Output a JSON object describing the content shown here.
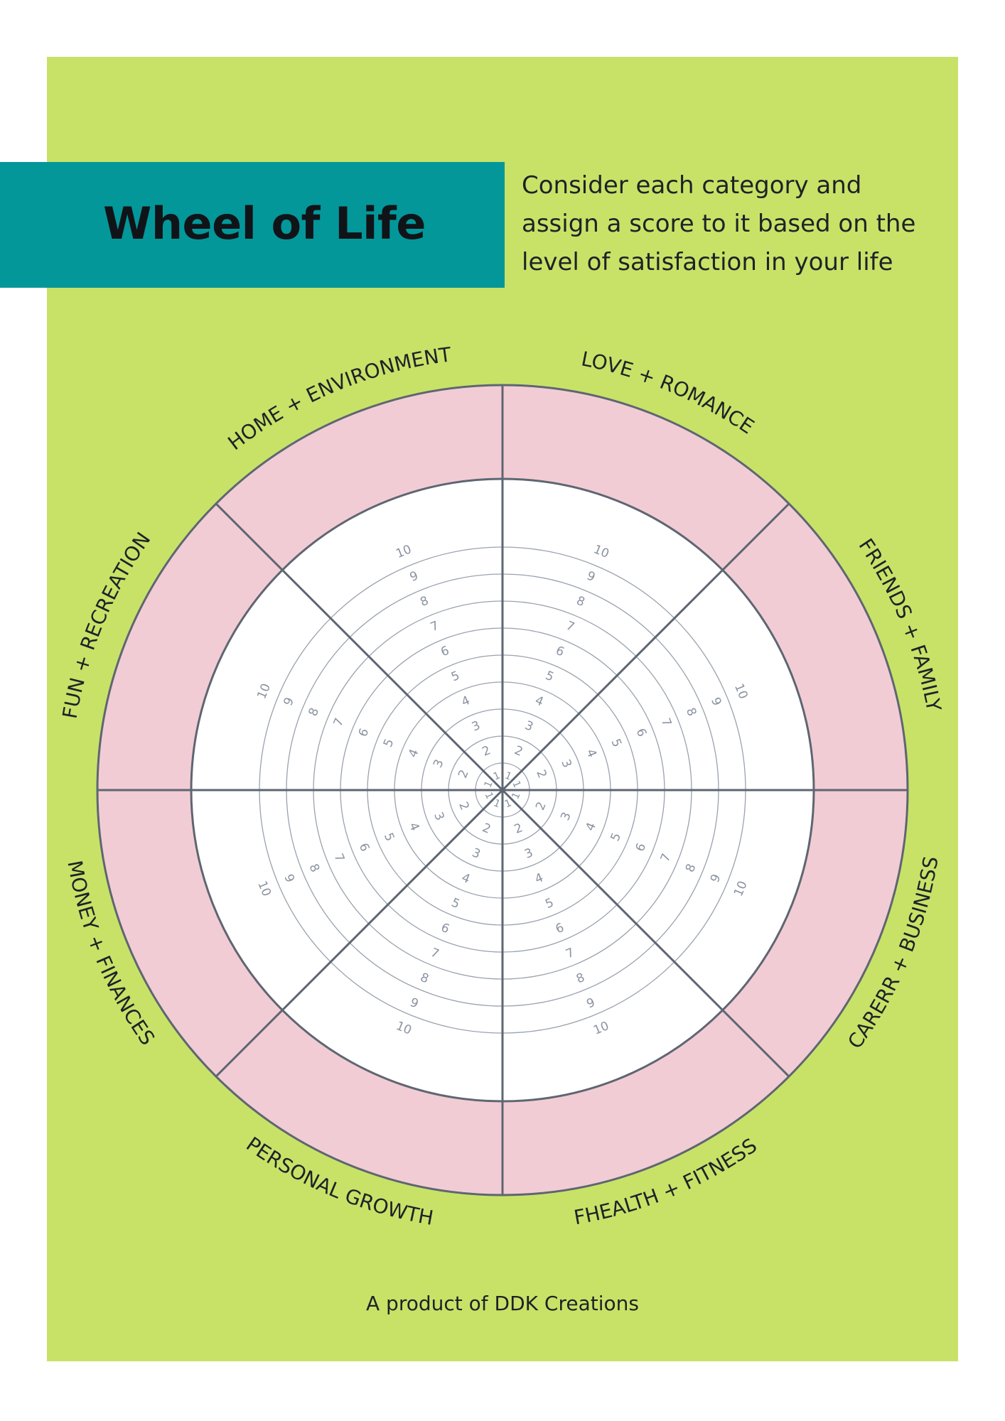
{
  "header": {
    "title": "Wheel of Life",
    "instructions": [
      "Consider each category and",
      "assign a score to it based on the",
      "level of satisfaction in your life"
    ]
  },
  "wheel": {
    "categories": [
      "LOVE + ROMANCE",
      "FRIENDS + FAMILY",
      "CARERR + BUSINESS",
      "FHEALTH + FITNESS",
      "PERSONAL GROWTH",
      "MONEY + FINANCES",
      "FUN + RECREATION",
      "HOME + ENVIRONMENT"
    ],
    "scale": [
      "1",
      "2",
      "3",
      "4",
      "5",
      "6",
      "7",
      "8",
      "9",
      "10"
    ]
  },
  "colors": {
    "background": "#c8e268",
    "banner": "#03979a",
    "ring": "#f2ccd4",
    "lines": "#5e6672",
    "numbers": "#8a93a0"
  },
  "footer": {
    "text": "A product of DDK Creations"
  }
}
